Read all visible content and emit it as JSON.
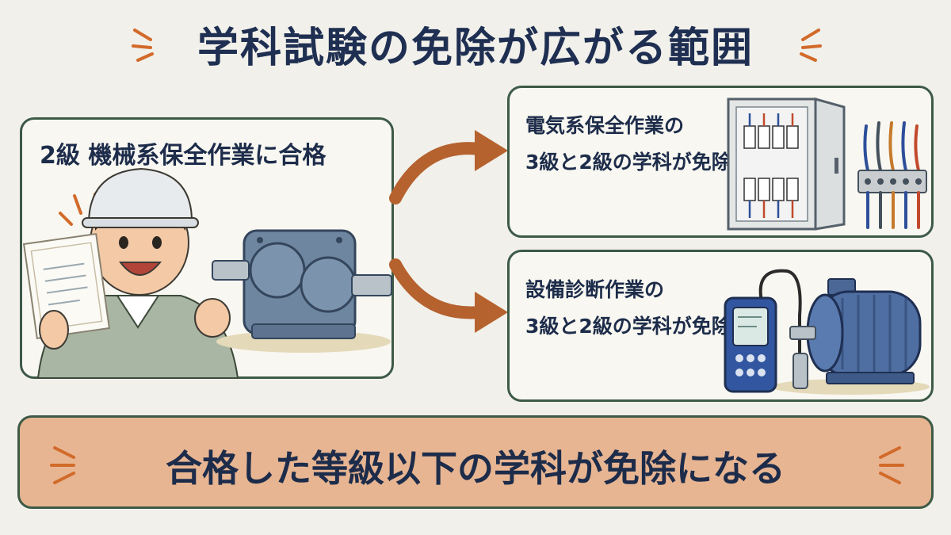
{
  "title": "学科試験の免除が広がる範囲",
  "left_panel": {
    "heading": "2級 機械系保全作業に合格"
  },
  "right_top": {
    "line1": "電気系保全作業の",
    "line2": "3級と2級の学科が免除"
  },
  "right_bottom": {
    "line1": "設備診断作業の",
    "line2": "3級と2級の学科が免除"
  },
  "banner": {
    "text": "合格した等級以下の学科が免除になる"
  },
  "colors": {
    "title": "#1f2f52",
    "border": "#3d5a46",
    "arrow": "#b5622f",
    "banner_bg": "#e7b592",
    "accent_spark": "#d26a2a"
  }
}
